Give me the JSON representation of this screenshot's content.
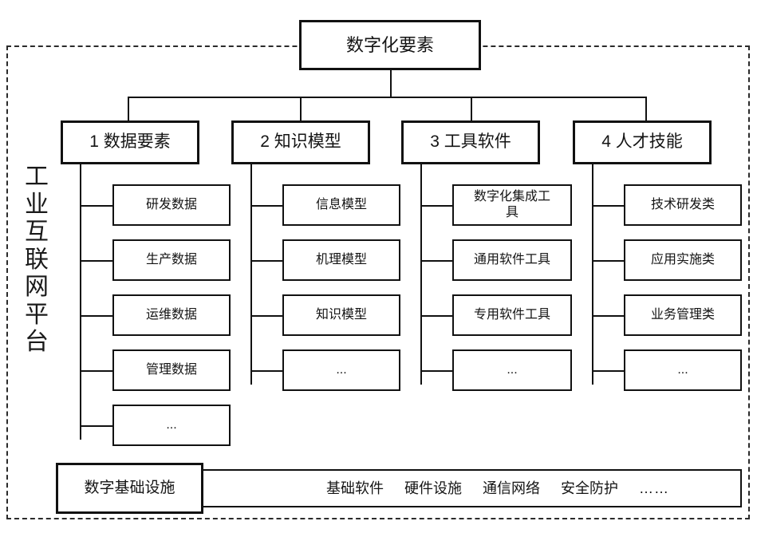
{
  "frame": {
    "platform_label_chars": [
      "工",
      "业",
      "互",
      "联",
      "网",
      "平",
      "台"
    ],
    "platform_label": "工业互联网平台"
  },
  "root": {
    "label": "数字化要素"
  },
  "categories": [
    {
      "id": "data-elements",
      "label": "1 数据要素",
      "children": [
        {
          "label": "研发数据"
        },
        {
          "label": "生产数据"
        },
        {
          "label": "运维数据"
        },
        {
          "label": "管理数据"
        },
        {
          "label": "..."
        }
      ]
    },
    {
      "id": "knowledge-models",
      "label": "2 知识模型",
      "children": [
        {
          "label": "信息模型"
        },
        {
          "label": "机理模型"
        },
        {
          "label": "知识模型"
        },
        {
          "label": "..."
        }
      ]
    },
    {
      "id": "tool-software",
      "label": "3 工具软件",
      "children": [
        {
          "label": "数字化集成工具"
        },
        {
          "label": "通用软件工具"
        },
        {
          "label": "专用软件工具"
        },
        {
          "label": "..."
        }
      ]
    },
    {
      "id": "talent-skills",
      "label": "4 人才技能",
      "children": [
        {
          "label": "技术研发类"
        },
        {
          "label": "应用实施类"
        },
        {
          "label": "业务管理类"
        },
        {
          "label": "..."
        }
      ]
    }
  ],
  "infrastructure": {
    "label": "数字基础设施",
    "items": [
      "基础软件",
      "硬件设施",
      "通信网络",
      "安全防护",
      "……"
    ]
  },
  "colors": {
    "line": "#111111",
    "frame_dash": "#2b2b2b",
    "text": "#141414",
    "background": "#ffffff"
  }
}
